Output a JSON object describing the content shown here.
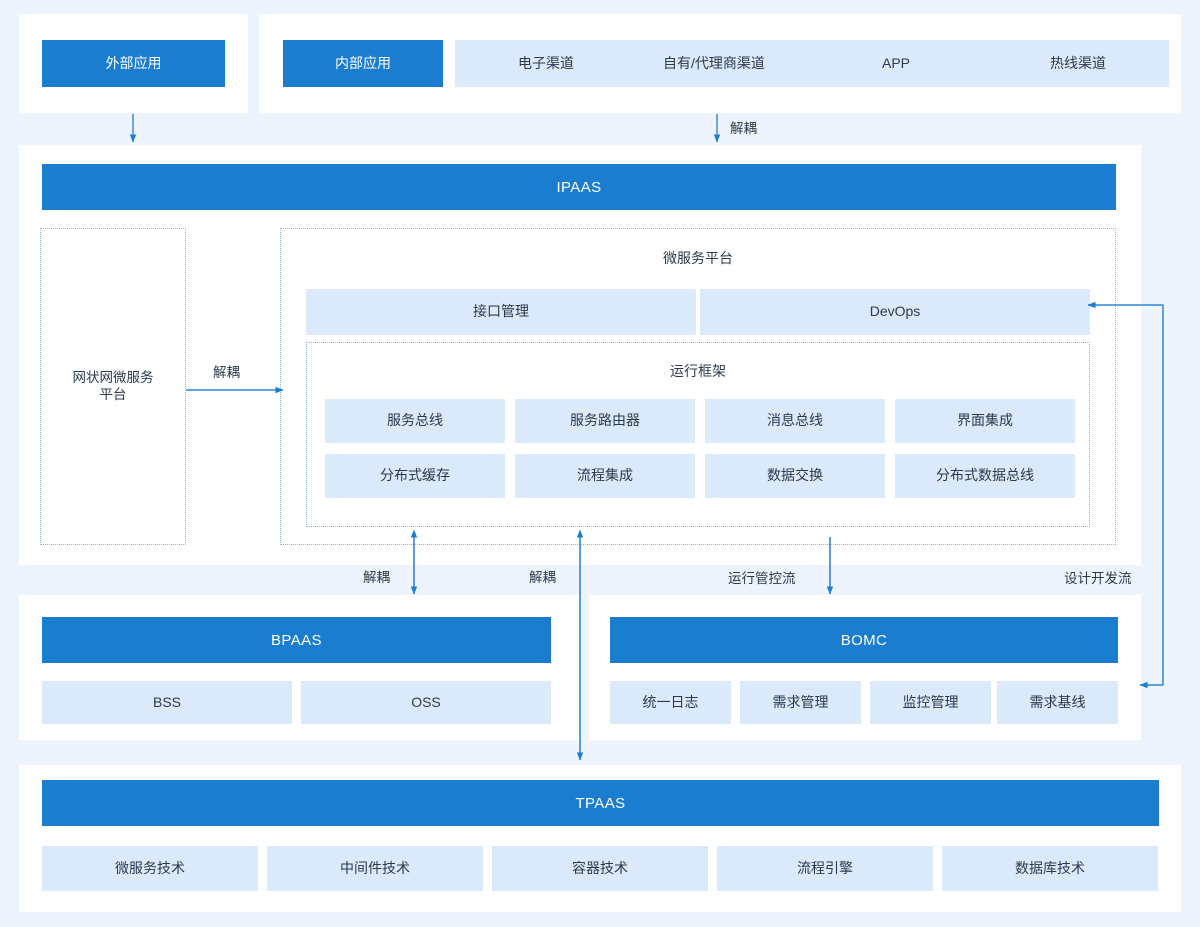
{
  "theme": {
    "page_background": "#eef4fd",
    "panel_background": "#ffffff",
    "accent_blue": "#1a7dcf",
    "chip_blue": "#dbeafb",
    "dotted_border": "#86b9e4",
    "text_dark": "#2b3a4a",
    "text_light": "#ffffff"
  },
  "channels_row": {
    "external_panel": {
      "items": [
        {
          "label": "外部应用",
          "style": "dark"
        }
      ]
    },
    "internal_panel": {
      "items": [
        {
          "label": "内部应用",
          "style": "dark"
        },
        {
          "label": "电子渠道",
          "style": "light"
        },
        {
          "label": "自有/代理商渠道",
          "style": "light"
        },
        {
          "label": "APP",
          "style": "light"
        },
        {
          "label": "热线渠道",
          "style": "light"
        }
      ]
    }
  },
  "ipaas": {
    "title": "IPAAS",
    "mesh_platform": {
      "label": "网状网微服务\n平台"
    },
    "microservice_platform": {
      "title": "微服务平台",
      "top_blocks": [
        {
          "label": "接口管理"
        },
        {
          "label": "DevOps"
        }
      ],
      "runtime_framework": {
        "title": "运行框架",
        "items": [
          {
            "label": "服务总线"
          },
          {
            "label": "服务路由器"
          },
          {
            "label": "消息总线"
          },
          {
            "label": "界面集成"
          },
          {
            "label": "分布式缓存"
          },
          {
            "label": "流程集成"
          },
          {
            "label": "数据交换"
          },
          {
            "label": "分布式数据总线"
          }
        ]
      }
    }
  },
  "bpaas": {
    "title": "BPAAS",
    "items": [
      {
        "label": "BSS"
      },
      {
        "label": "OSS"
      }
    ]
  },
  "bomc": {
    "title": "BOMC",
    "items": [
      {
        "label": "统一日志"
      },
      {
        "label": "需求管理"
      },
      {
        "label": "监控管理"
      },
      {
        "label": "需求基线"
      }
    ]
  },
  "tpaas": {
    "title": "TPAAS",
    "items": [
      {
        "label": "微服务技术"
      },
      {
        "label": "中间件技术"
      },
      {
        "label": "容器技术"
      },
      {
        "label": "流程引擎"
      },
      {
        "label": "数据库技术"
      }
    ]
  },
  "flow_labels": {
    "decouple_top": "解耦",
    "decouple_mesh": "解耦",
    "decouple_bpaas": "解耦",
    "decouple_tpaas": "解耦",
    "runtime_control": "运行管控流",
    "design_dev": "设计开发流"
  }
}
